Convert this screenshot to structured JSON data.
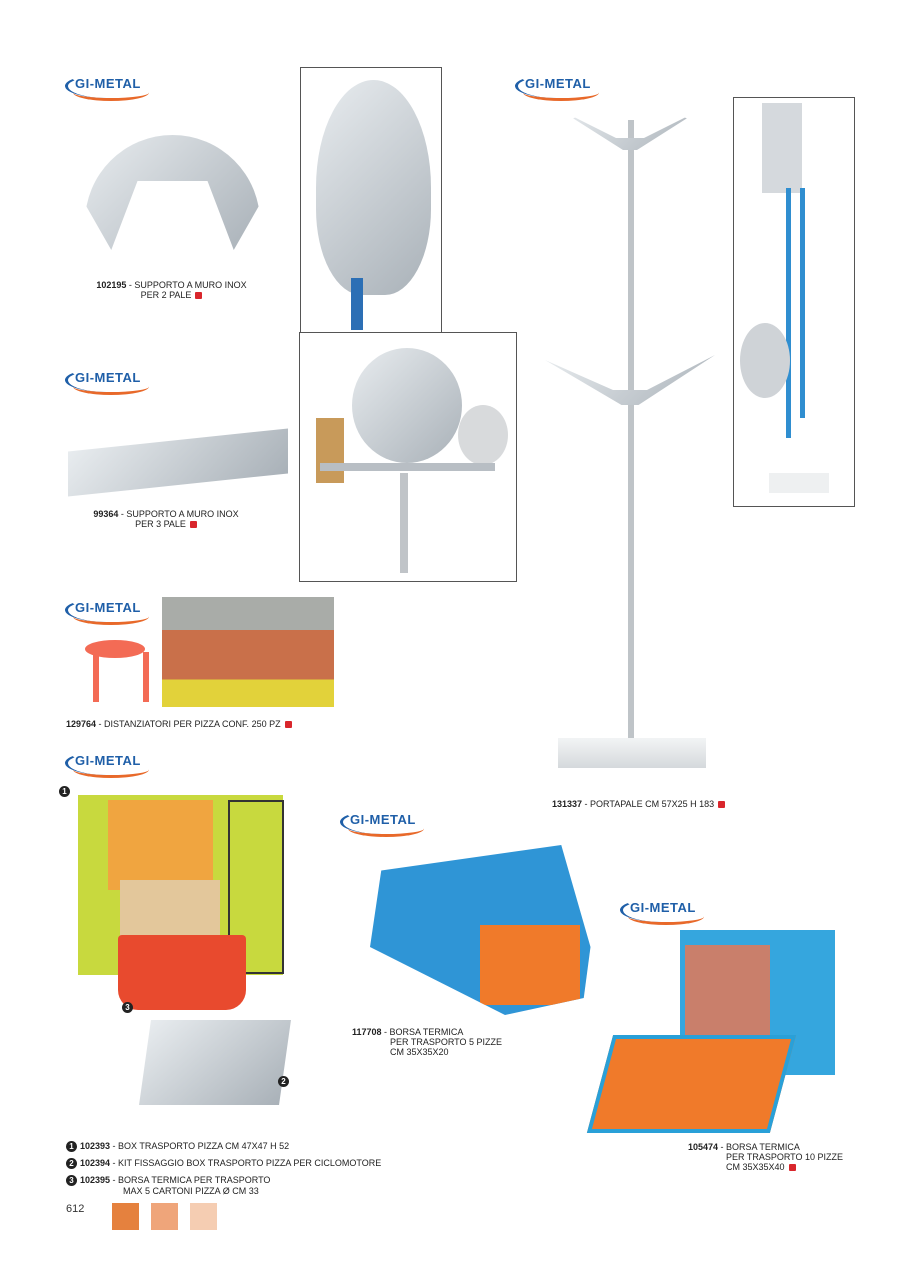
{
  "brand": "GI-METAL",
  "products": [
    {
      "code": "102195",
      "desc": "SUPPORTO A MURO INOX",
      "desc2": "PER 2 PALE"
    },
    {
      "code": "99364",
      "desc": "SUPPORTO A MURO INOX",
      "desc2": "PER 3 PALE"
    },
    {
      "code": "129764",
      "desc": "DISTANZIATORI PER PIZZA CONF. 250 PZ"
    },
    {
      "code": "131337",
      "desc": "PORTAPALE CM 57X25 H 183"
    },
    {
      "code": "117708",
      "desc": "BORSA TERMICA",
      "desc2": "PER TRASPORTO 5 PIZZE",
      "desc3": "CM 35X35X20"
    },
    {
      "code": "105474",
      "desc": "BORSA TERMICA",
      "desc2": "PER TRASPORTO 10 PIZZE",
      "desc3": "CM 35X35X40"
    }
  ],
  "kit": [
    {
      "n": "1",
      "code": "102393",
      "desc": "BOX TRASPORTO PIZZA CM 47X47 H 52"
    },
    {
      "n": "2",
      "code": "102394",
      "desc": "KIT FISSAGGIO BOX TRASPORTO PIZZA PER CICLOMOTORE"
    },
    {
      "n": "3",
      "code": "102395",
      "desc": "BORSA TERMICA PER TRASPORTO",
      "desc2": "MAX 5 CARTONI PIZZA Ø CM 33"
    }
  ],
  "page_number": "612",
  "colors": {
    "swatch1": "#e5813e",
    "swatch2": "#efa57a",
    "swatch3": "#f5cdb2",
    "red": "#d9262c"
  }
}
